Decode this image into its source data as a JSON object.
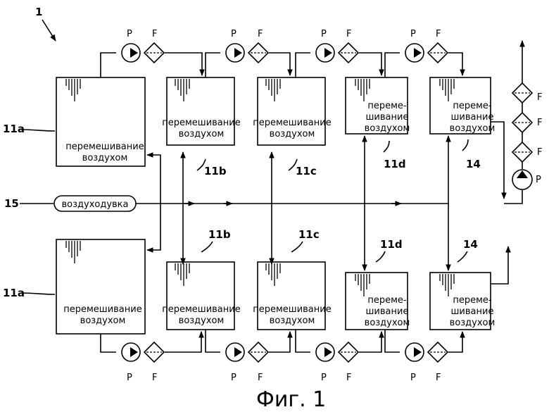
{
  "figure_ref": "1",
  "caption": "Фиг. 1",
  "blower_label": "воздуходувка",
  "pump_letter": "P",
  "filter_letter": "F",
  "refs": {
    "r15": "15",
    "r11a_top": "11a",
    "r11a_bottom": "11a",
    "r11b_top": "11b",
    "r11b_bottom": "11b",
    "r11c_top": "11c",
    "r11c_bottom": "11c",
    "r11d_top": "11d",
    "r11d_bottom": "11d",
    "r14_top": "14",
    "r14_bottom": "14"
  },
  "tanks": {
    "t11a_top": [
      "перемешивание",
      "воздухом"
    ],
    "t11b_top": [
      "перемешивание",
      "воздухом"
    ],
    "t11c_top": [
      "перемешивание",
      "воздухом"
    ],
    "t11d_top": [
      "переме-",
      "шивание",
      "воздухом"
    ],
    "t14_top": [
      "переме-",
      "шивание",
      "воздухом"
    ],
    "t11a_bottom": [
      "перемешивание",
      "воздухом"
    ],
    "t11b_bottom": [
      "перемешивание",
      "воздухом"
    ],
    "t11c_bottom": [
      "перемешивание",
      "воздухом"
    ],
    "t11d_bottom": [
      "переме-",
      "шивание",
      "воздухом"
    ],
    "t14_bottom": [
      "переме-",
      "шивание",
      "воздухом"
    ]
  }
}
